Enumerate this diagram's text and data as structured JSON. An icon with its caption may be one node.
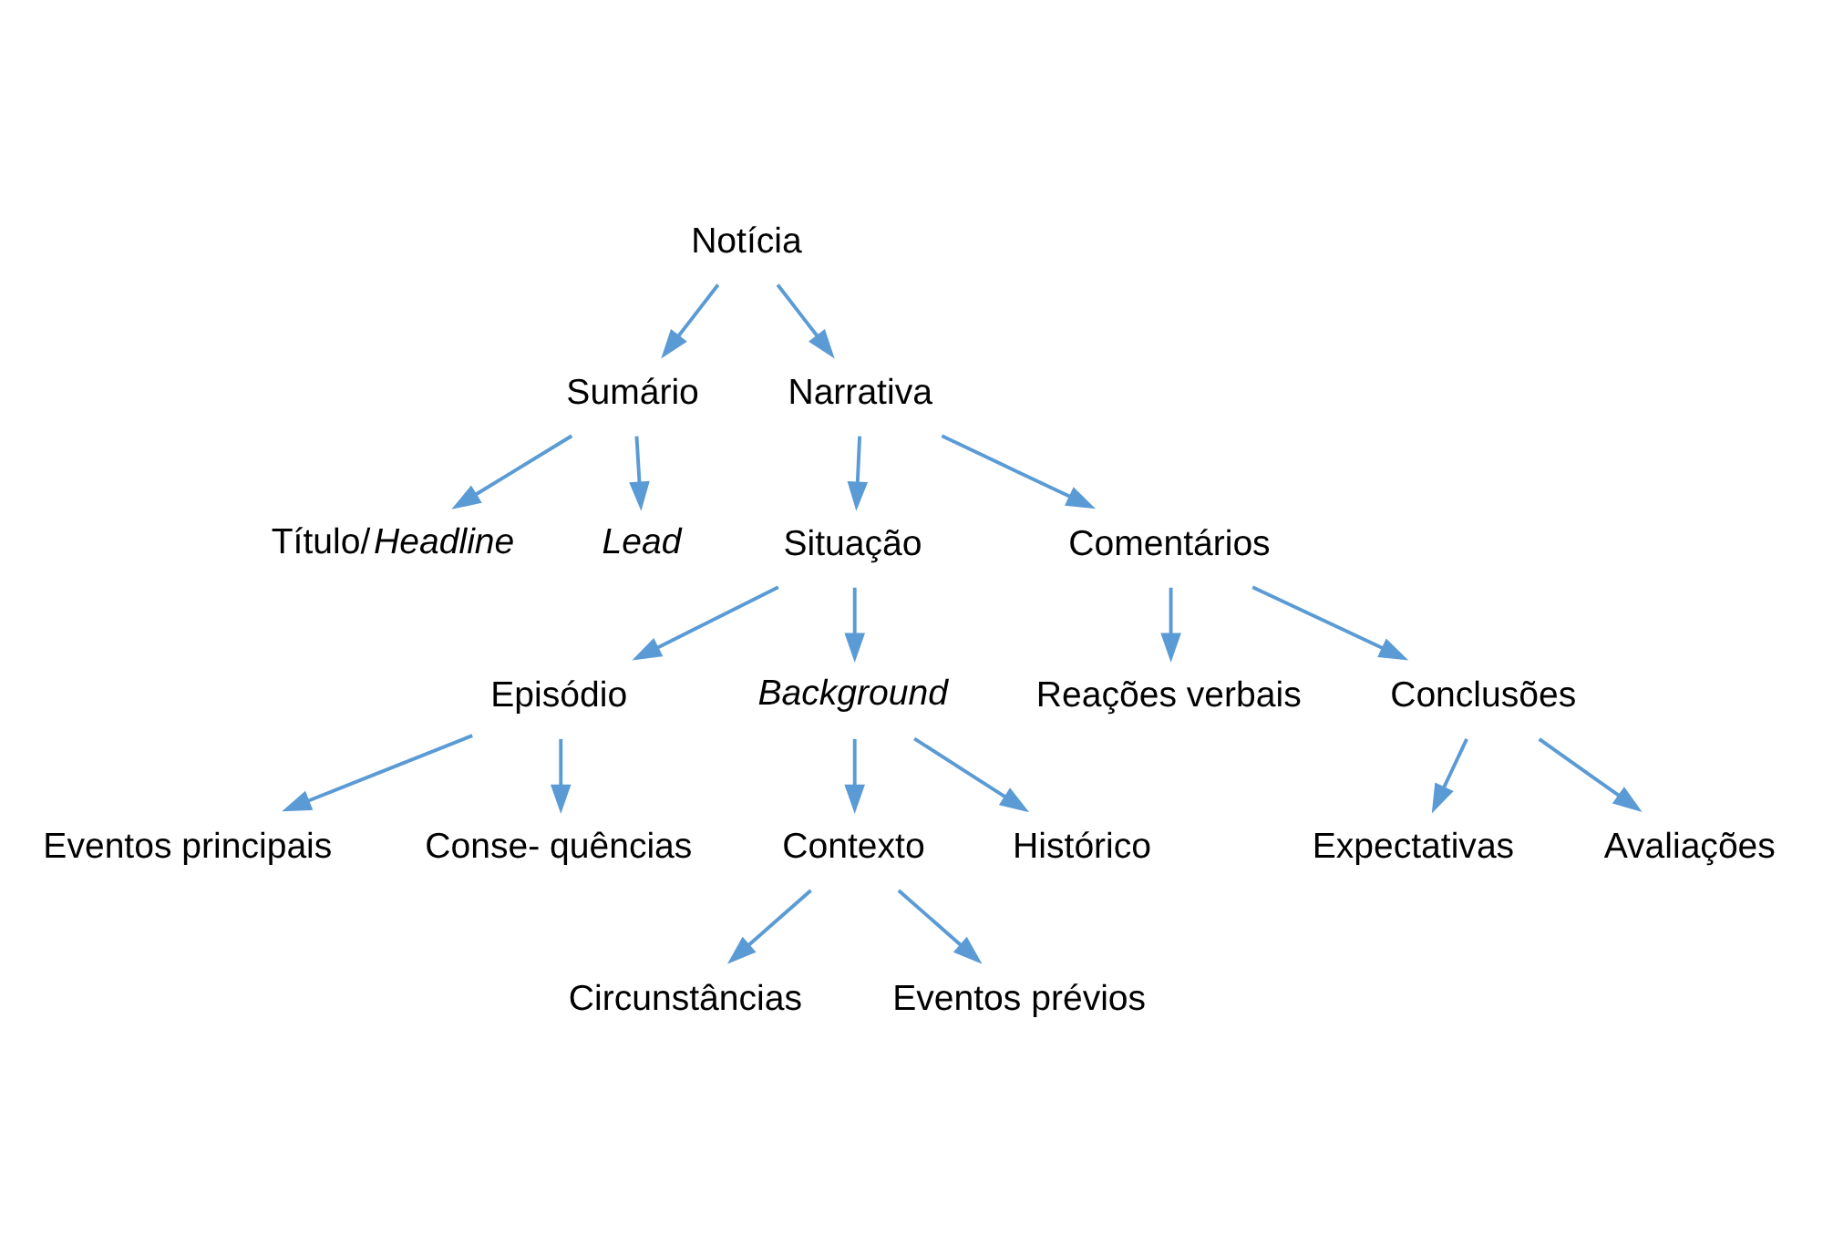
{
  "diagram": {
    "nodes": [
      {
        "text": [
          "Notícia"
        ]
      },
      {
        "text": [
          "Sumário"
        ]
      },
      {
        "text": [
          "Narrativa"
        ]
      },
      {
        "text": [
          "Título/*Headline*"
        ]
      },
      {
        "text": [
          "Lead"
        ]
      },
      {
        "text": [
          "Situação"
        ]
      },
      {
        "text": [
          "Comentários"
        ]
      },
      {
        "text": [
          "Episódio"
        ]
      },
      {
        "text": [
          "Background"
        ]
      },
      {
        "text": [
          "Reações verbais"
        ]
      },
      {
        "text": [
          "Conclusões"
        ]
      },
      {
        "text": [
          "Eventos principais"
        ]
      },
      {
        "text": [
          "Conse- quências"
        ]
      },
      {
        "text": [
          "Contexto"
        ]
      },
      {
        "text": [
          "Histórico"
        ]
      },
      {
        "text": [
          "Expectativas"
        ]
      },
      {
        "text": [
          "Avaliações"
        ]
      },
      {
        "text": [
          "Circunstâncias"
        ]
      },
      {
        "text": [
          "Eventos prévios"
        ]
      }
    ],
    "edges": [
      {
        "from": 0,
        "to": 1,
        "arrow": "to"
      },
      {
        "from": 0,
        "to": 2,
        "arrow": "to"
      },
      {
        "from": 1,
        "to": 3,
        "arrow": "to"
      },
      {
        "from": 1,
        "to": 4,
        "arrow": "to"
      },
      {
        "from": 2,
        "to": 5,
        "arrow": "to"
      },
      {
        "from": 2,
        "to": 6,
        "arrow": "to"
      },
      {
        "from": 5,
        "to": 7,
        "arrow": "to"
      },
      {
        "from": 5,
        "to": 8,
        "arrow": "to"
      },
      {
        "from": 6,
        "to": 9,
        "arrow": "to"
      },
      {
        "from": 6,
        "to": 10,
        "arrow": "to"
      },
      {
        "from": 7,
        "to": 11,
        "arrow": "to"
      },
      {
        "from": 7,
        "to": 12,
        "arrow": "to"
      },
      {
        "from": 8,
        "to": 13,
        "arrow": "to"
      },
      {
        "from": 8,
        "to": 14,
        "arrow": "to"
      },
      {
        "from": 10,
        "to": 15,
        "arrow": "to"
      },
      {
        "from": 10,
        "to": 16,
        "arrow": "to"
      },
      {
        "from": 13,
        "to": 17,
        "arrow": "to"
      },
      {
        "from": 13,
        "to": 18,
        "arrow": "to"
      }
    ]
  }
}
